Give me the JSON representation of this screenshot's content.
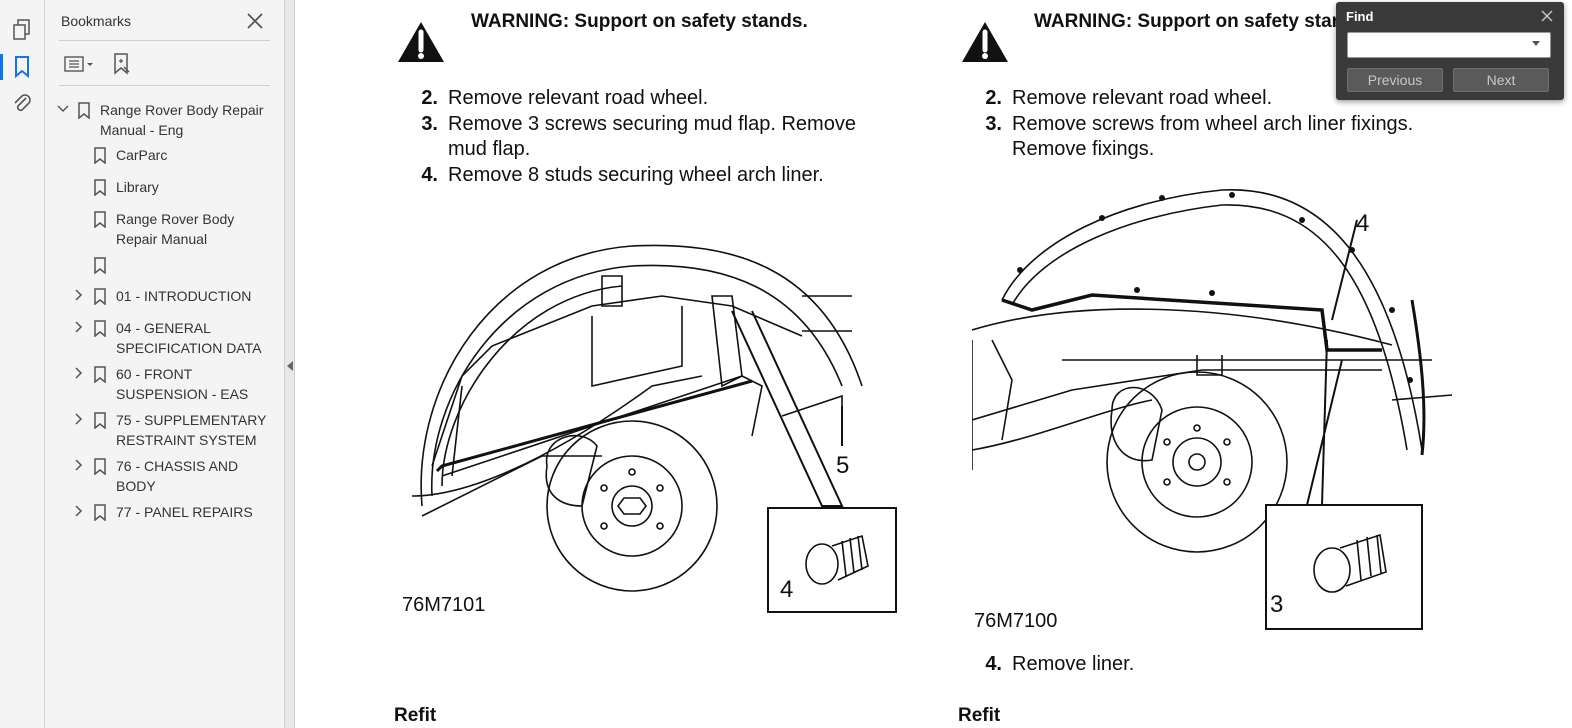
{
  "panel": {
    "title": "Bookmarks",
    "tree": [
      {
        "label": "Range Rover Body Repair Manual - Eng",
        "level": 0,
        "expandable": true,
        "expanded": true
      },
      {
        "label": "CarParc",
        "level": 1,
        "expandable": false
      },
      {
        "label": "Library",
        "level": 1,
        "expandable": false
      },
      {
        "label": "Range Rover Body Repair Manual",
        "level": 1,
        "expandable": false
      },
      {
        "label": "",
        "level": 1,
        "expandable": false
      },
      {
        "label": "01 - INTRODUCTION",
        "level": 1,
        "expandable": true
      },
      {
        "label": "04 - GENERAL SPECIFICATION DATA",
        "level": 1,
        "expandable": true
      },
      {
        "label": "60 - FRONT SUSPENSION - EAS",
        "level": 1,
        "expandable": true
      },
      {
        "label": "75 - SUPPLEMENTARY RESTRAINT SYSTEM",
        "level": 1,
        "expandable": true
      },
      {
        "label": "76 - CHASSIS AND BODY",
        "level": 1,
        "expandable": true
      },
      {
        "label": "77 - PANEL REPAIRS",
        "level": 1,
        "expandable": true
      }
    ]
  },
  "document": {
    "left": {
      "warning": "WARNING: Support on safety stands.",
      "steps": [
        {
          "num": "2.",
          "text": "Remove relevant road wheel."
        },
        {
          "num": "3.",
          "text": "Remove 3 screws securing mud flap. Remove mud flap."
        },
        {
          "num": "4.",
          "text": "Remove 8 studs securing wheel arch liner."
        }
      ],
      "figure_code": "76M7101",
      "callout_a": "5",
      "callout_b": "4",
      "refit": "Refit"
    },
    "right": {
      "warning": "WARNING: Support on safety stands.",
      "steps": [
        {
          "num": "2.",
          "text": "Remove relevant road wheel."
        },
        {
          "num": "3.",
          "text": "Remove screws from wheel arch liner fixings. Remove fixings."
        }
      ],
      "figure_code": "76M7100",
      "callout_a": "4",
      "callout_b": "3",
      "after_step": {
        "num": "4.",
        "text": "Remove liner."
      },
      "refit": "Refit"
    }
  },
  "find": {
    "title": "Find",
    "value": "",
    "previous_label": "Previous",
    "next_label": "Next"
  },
  "colors": {
    "accent": "#1473e6",
    "find_bg": "#3a3a3a"
  }
}
